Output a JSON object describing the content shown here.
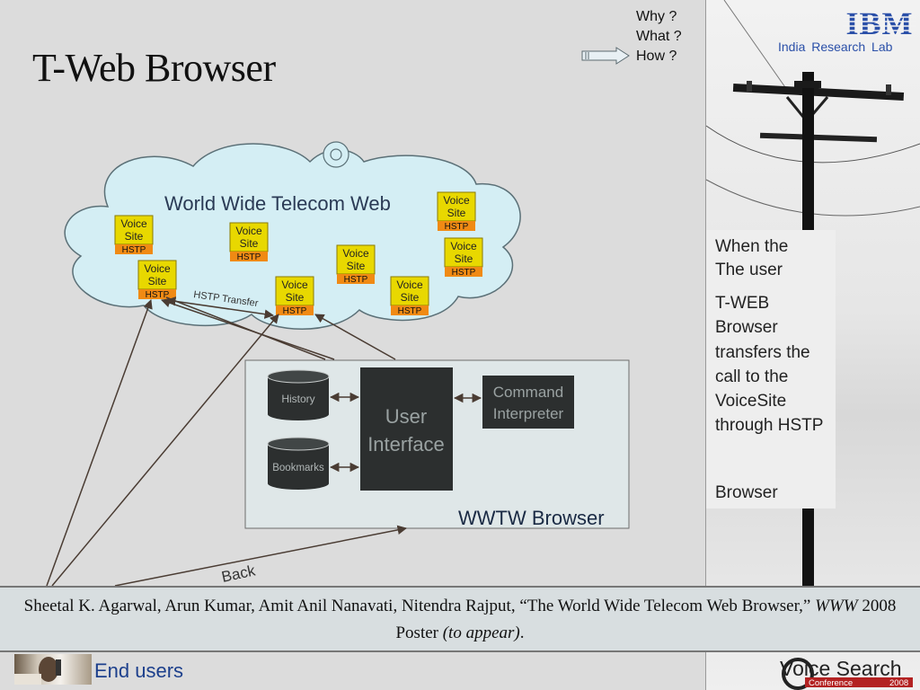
{
  "slide": {
    "title": "T-Web Browser",
    "nav": [
      "Why ?",
      "What ?",
      "How ?"
    ]
  },
  "branding": {
    "logo": "IBM",
    "lab": "India  Research  Lab"
  },
  "diagram": {
    "cloud_label": "World Wide Telecom Web",
    "voice_site_line1": "Voice",
    "voice_site_line2": "Site",
    "hstp": "HSTP",
    "hstp_transfer": "HSTP Transfer",
    "history": "History",
    "bookmarks": "Bookmarks",
    "user_interface_line1": "User",
    "user_interface_line2": "Interface",
    "command_line1": "Command",
    "command_line2": "Interpreter",
    "browser_label": "WWTW Browser",
    "back": "Back"
  },
  "info_box": {
    "line1": "When the",
    "line2": "The user",
    "body": "T-WEB Browser transfers the call to the VoiceSite through HSTP",
    "line_last": "Browser"
  },
  "citation": {
    "text": "Sheetal K. Agarwal, Arun Kumar, Amit Anil Nanavati, Nitendra Rajput, “The World Wide Telecom Web Browser,”",
    "venue": "WWW",
    "year_poster": "2008 Poster",
    "status": "(to appear)",
    "end": "."
  },
  "footer": {
    "end_users": "End users",
    "vs_logo_main": "Voice Search",
    "vs_logo_sub": "Conference",
    "vs_logo_year": "2008"
  },
  "colors": {
    "voice_site": "#e8d800",
    "hstp": "#f08a14",
    "cloud": "#d4eef4",
    "dark_box": "#2c2f2f",
    "browser_box": "#dfe7e8",
    "accent_blue": "#2a4fa8"
  }
}
